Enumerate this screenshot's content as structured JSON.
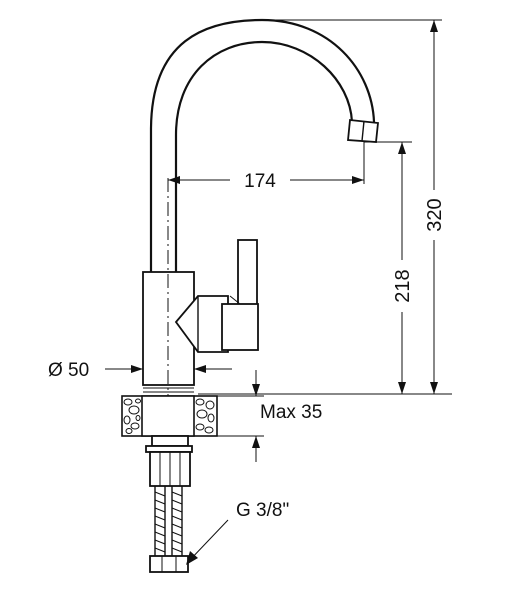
{
  "dimensions": {
    "spout_reach": "174",
    "total_height": "320",
    "spout_height": "218",
    "body_diameter": "Ø 50",
    "max_deck_thickness": "Max 35",
    "connection_thread": "G 3/8\""
  },
  "colors": {
    "line": "#111111",
    "background": "#ffffff"
  }
}
